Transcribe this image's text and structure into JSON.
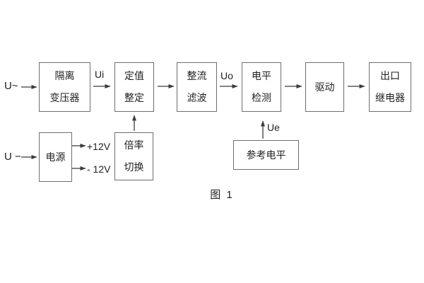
{
  "colors": {
    "background": "#ffffff",
    "line": "#3a3a3a",
    "box_border": "#6e6e6e",
    "text": "#1f1f1f"
  },
  "blocks": {
    "isolation_transformer": {
      "line1": "隔离",
      "line2": "变压器"
    },
    "value_setting": {
      "line1": "定值",
      "line2": "整定"
    },
    "rectifier_filter": {
      "line1": "整流",
      "line2": "滤波"
    },
    "level_detection": {
      "line1": "电平",
      "line2": "检测"
    },
    "drive": {
      "line1": "驱动"
    },
    "output_relay": {
      "line1": "出口",
      "line2": "继电器"
    },
    "power_supply": {
      "line1": "电源"
    },
    "ratio_switching": {
      "line1": "倍率",
      "line2": "切换"
    },
    "reference_level": {
      "line1": "参考电平"
    }
  },
  "signals": {
    "input_ac": "U~",
    "ui": "Ui",
    "uo": "Uo",
    "input_dc": "U −",
    "plus_12v": "+12V",
    "minus_12v": "- 12V",
    "ue": "Ue"
  },
  "caption": "图 1"
}
